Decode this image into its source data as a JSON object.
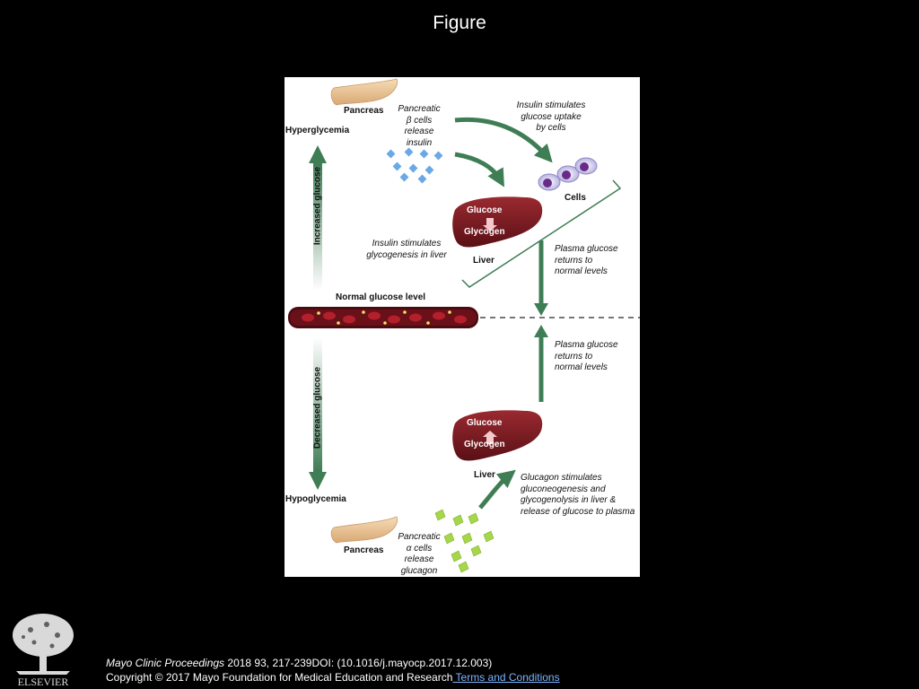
{
  "page": {
    "title": "Figure"
  },
  "diagram": {
    "hyper": {
      "pancreas": "Pancreas",
      "beta_line1": "Pancreatic",
      "beta_line2": "β cells",
      "beta_line3": "release",
      "beta_line4": "insulin",
      "hyperglycemia": "Hyperglycemia",
      "uptake_line1": "Insulin stimulates",
      "uptake_line2": "glucose uptake",
      "uptake_line3": "by cells",
      "cells": "Cells",
      "liver_glucose": "Glucose",
      "liver_glycogen": "Glycogen",
      "liver": "Liver",
      "glycogenesis_line1": "Insulin stimulates",
      "glycogenesis_line2": "glycogenesis in liver",
      "returns_line1": "Plasma glucose",
      "returns_line2": "returns to",
      "returns_line3": "normal levels",
      "increased": "Increased glucose"
    },
    "normal": "Normal glucose level",
    "hypo": {
      "returns_line1": "Plasma glucose",
      "returns_line2": "returns to",
      "returns_line3": "normal levels",
      "liver_glucose": "Glucose",
      "liver_glycogen": "Glycogen",
      "liver": "Liver",
      "glucagon_line1": "Glucagon stimulates",
      "glucagon_line2": "gluconeogenesis and",
      "glucagon_line3": "glycogenolysis in liver &",
      "glucagon_line4": "release of glucose to plasma",
      "hypoglycemia": "Hypoglycemia",
      "pancreas": "Pancreas",
      "alpha_line1": "Pancreatic",
      "alpha_line2": "α cells",
      "alpha_line3": "release",
      "alpha_line4": "glucagon",
      "decreased": "Decreased glucose"
    },
    "colors": {
      "arrow_green": "#3f7d55",
      "liver_red": "#7a1a22",
      "blood_red": "#8a1a24",
      "insulin_blue": "#6aa8e6",
      "glucagon_green": "#a6d64a"
    }
  },
  "footer": {
    "journal": "Mayo Clinic Proceedings",
    "details": " 2018 93, 217-239DOI: (10.1016/j.mayocp.2017.12.003)",
    "copyright": "Copyright © 2017 Mayo Foundation for Medical Education and Research",
    "terms": " Terms and Conditions",
    "publisher": "ELSEVIER"
  }
}
